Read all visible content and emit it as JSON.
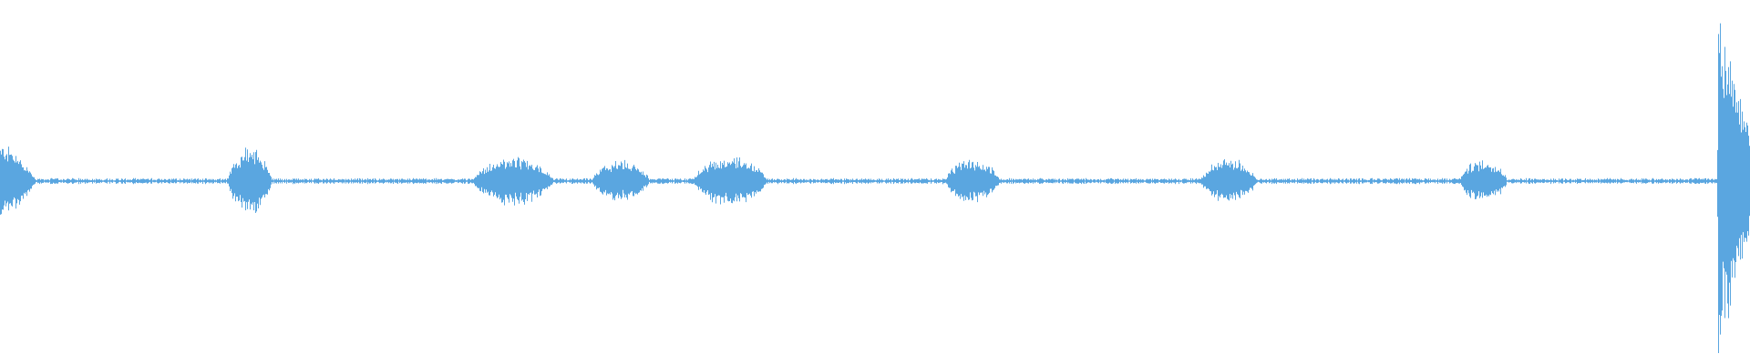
{
  "waveform": {
    "color": "#5aa6e0",
    "background": "#ffffff",
    "segments": [
      {
        "start": 0.0,
        "end": 0.021,
        "amplitude": 0.2
      },
      {
        "start": 0.13,
        "end": 0.155,
        "amplitude": 0.18
      },
      {
        "start": 0.27,
        "end": 0.316,
        "amplitude": 0.13
      },
      {
        "start": 0.338,
        "end": 0.371,
        "amplitude": 0.11
      },
      {
        "start": 0.396,
        "end": 0.438,
        "amplitude": 0.14
      },
      {
        "start": 0.54,
        "end": 0.571,
        "amplitude": 0.12
      },
      {
        "start": 0.686,
        "end": 0.718,
        "amplitude": 0.12
      },
      {
        "start": 0.834,
        "end": 0.861,
        "amplitude": 0.12
      },
      {
        "start": 0.981,
        "end": 1.0,
        "amplitude": 0.95
      }
    ],
    "noise_amplitude": 0.012
  }
}
